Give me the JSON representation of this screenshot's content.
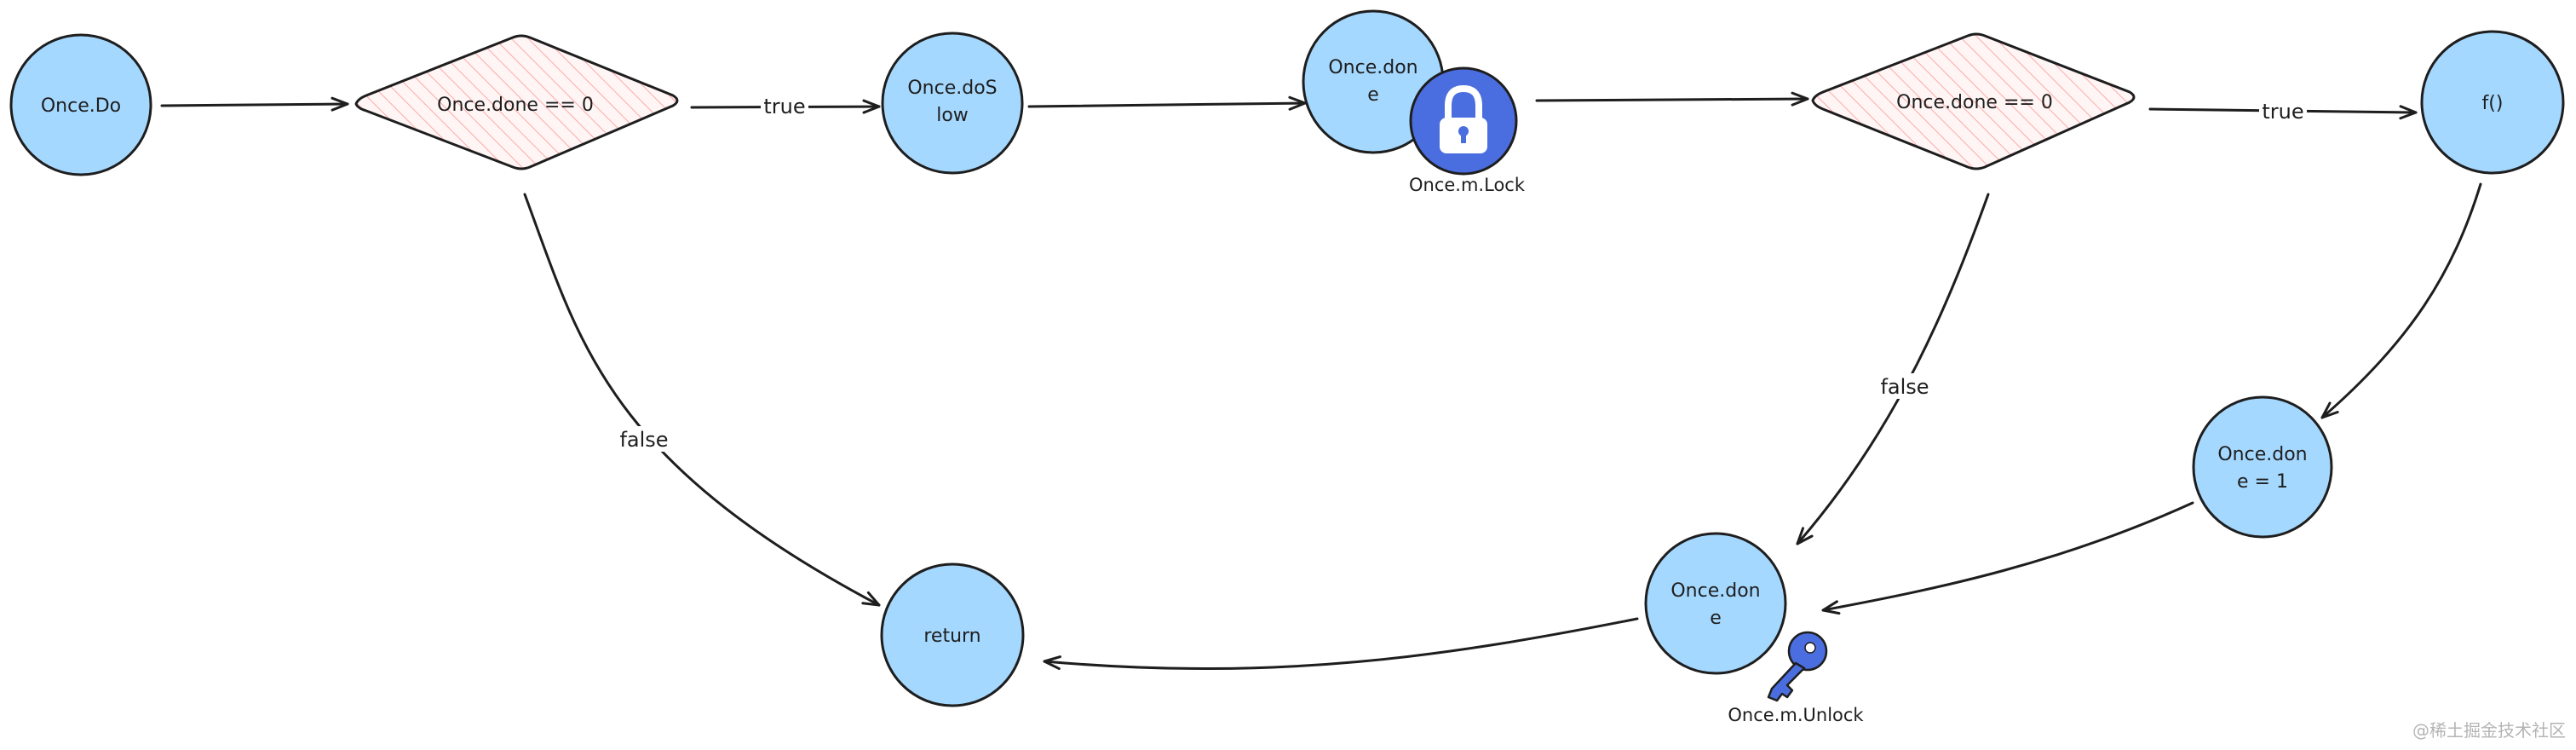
{
  "colors": {
    "node_fill": "#a5d8ff",
    "diamond_fill": "#fff5f5",
    "diamond_hatch": "#ffa8a8",
    "stroke": "#1e1e1e",
    "icon_blue": "#4a6ee0"
  },
  "nodes": {
    "once_do": "Once.Do",
    "check_1": "Once.done == 0",
    "do_slow": [
      "Once.doS",
      "low"
    ],
    "done_lock": [
      "Once.don",
      "e"
    ],
    "check_2": "Once.done == 0",
    "f": "f()",
    "set_done": [
      "Once.don",
      "e = 1"
    ],
    "done_unlock": [
      "Once.don",
      "e"
    ],
    "return": "return"
  },
  "edges": {
    "true_1": "true",
    "false_1": "false",
    "true_2": "true",
    "false_2": "false"
  },
  "captions": {
    "lock": "Once.m.Lock",
    "unlock": "Once.m.Unlock"
  },
  "icons": {
    "lock": "padlock-icon",
    "unlock": "key-icon"
  },
  "watermark": "@稀土掘金技术社区"
}
